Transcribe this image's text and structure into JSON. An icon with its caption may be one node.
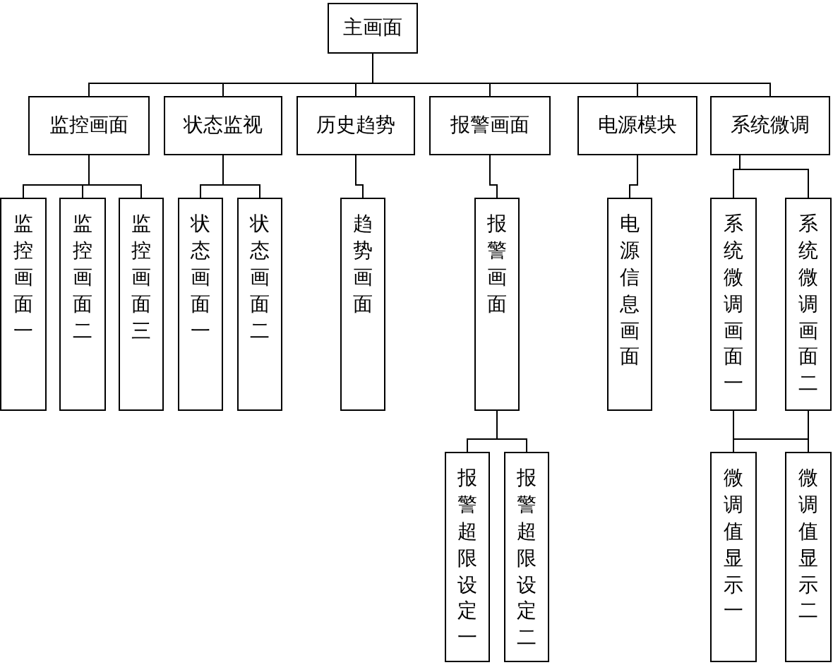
{
  "diagram": {
    "nodes": [
      {
        "text": [
          "主画面"
        ]
      },
      {
        "text": [
          "监控画面"
        ]
      },
      {
        "text": [
          "状态监视"
        ]
      },
      {
        "text": [
          "历史趋势"
        ]
      },
      {
        "text": [
          "报警画面"
        ]
      },
      {
        "text": [
          "电源模块"
        ]
      },
      {
        "text": [
          "系统微调"
        ]
      },
      {
        "text": [
          "监控画面一"
        ]
      },
      {
        "text": [
          "监控画面二"
        ]
      },
      {
        "text": [
          "监控画面三"
        ]
      },
      {
        "text": [
          "状态画面一"
        ]
      },
      {
        "text": [
          "状态画面二"
        ]
      },
      {
        "text": [
          "趋势画面"
        ]
      },
      {
        "text": [
          "报警画面"
        ]
      },
      {
        "text": [
          "电源信息画面"
        ]
      },
      {
        "text": [
          "系统微调画面一"
        ]
      },
      {
        "text": [
          "系统微调画面二"
        ]
      },
      {
        "text": [
          "报警超限设定一"
        ]
      },
      {
        "text": [
          "报警超限设定二"
        ]
      },
      {
        "text": [
          "微调值显示一"
        ]
      },
      {
        "text": [
          "微调值显示二"
        ]
      }
    ],
    "edges": [
      {
        "from": 0,
        "to": 1,
        "arrow": "none"
      },
      {
        "from": 0,
        "to": 2,
        "arrow": "none"
      },
      {
        "from": 0,
        "to": 3,
        "arrow": "none"
      },
      {
        "from": 0,
        "to": 4,
        "arrow": "none"
      },
      {
        "from": 0,
        "to": 5,
        "arrow": "none"
      },
      {
        "from": 0,
        "to": 6,
        "arrow": "none"
      },
      {
        "from": 1,
        "to": 7,
        "arrow": "none"
      },
      {
        "from": 1,
        "to": 8,
        "arrow": "none"
      },
      {
        "from": 1,
        "to": 9,
        "arrow": "none"
      },
      {
        "from": 2,
        "to": 10,
        "arrow": "none"
      },
      {
        "from": 2,
        "to": 11,
        "arrow": "none"
      },
      {
        "from": 3,
        "to": 12,
        "arrow": "none"
      },
      {
        "from": 4,
        "to": 13,
        "arrow": "none"
      },
      {
        "from": 5,
        "to": 14,
        "arrow": "none"
      },
      {
        "from": 6,
        "to": 15,
        "arrow": "none"
      },
      {
        "from": 6,
        "to": 16,
        "arrow": "none"
      },
      {
        "from": 13,
        "to": 17,
        "arrow": "none"
      },
      {
        "from": 13,
        "to": 18,
        "arrow": "none"
      },
      {
        "from": 15,
        "to": 19,
        "arrow": "none"
      },
      {
        "from": 15,
        "to": 20,
        "arrow": "none"
      },
      {
        "from": 16,
        "to": 19,
        "arrow": "none"
      },
      {
        "from": 16,
        "to": 20,
        "arrow": "none"
      }
    ]
  }
}
